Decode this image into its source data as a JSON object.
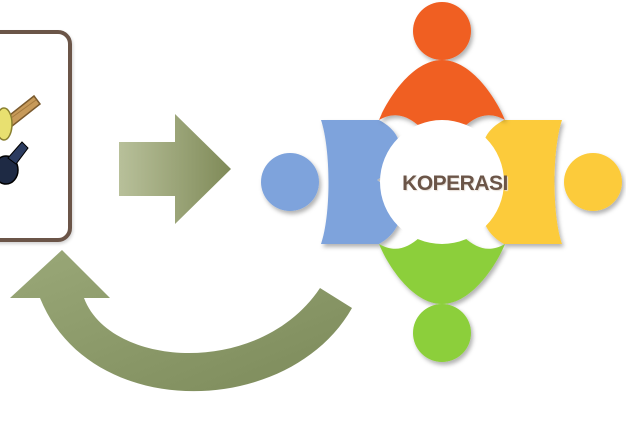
{
  "center": {
    "label": "KOPERASI"
  },
  "figures": [
    {
      "name": "orange-person",
      "color": "#f05f22"
    },
    {
      "name": "yellow-person",
      "color": "#fccb3a"
    },
    {
      "name": "green-person",
      "color": "#8ccf3a"
    },
    {
      "name": "blue-person",
      "color": "#7ea3dc"
    }
  ],
  "arrows": {
    "forward_color": "#a0a878",
    "return_color": "#8c9c6c"
  },
  "card": {
    "border_color": "#6b5548"
  }
}
